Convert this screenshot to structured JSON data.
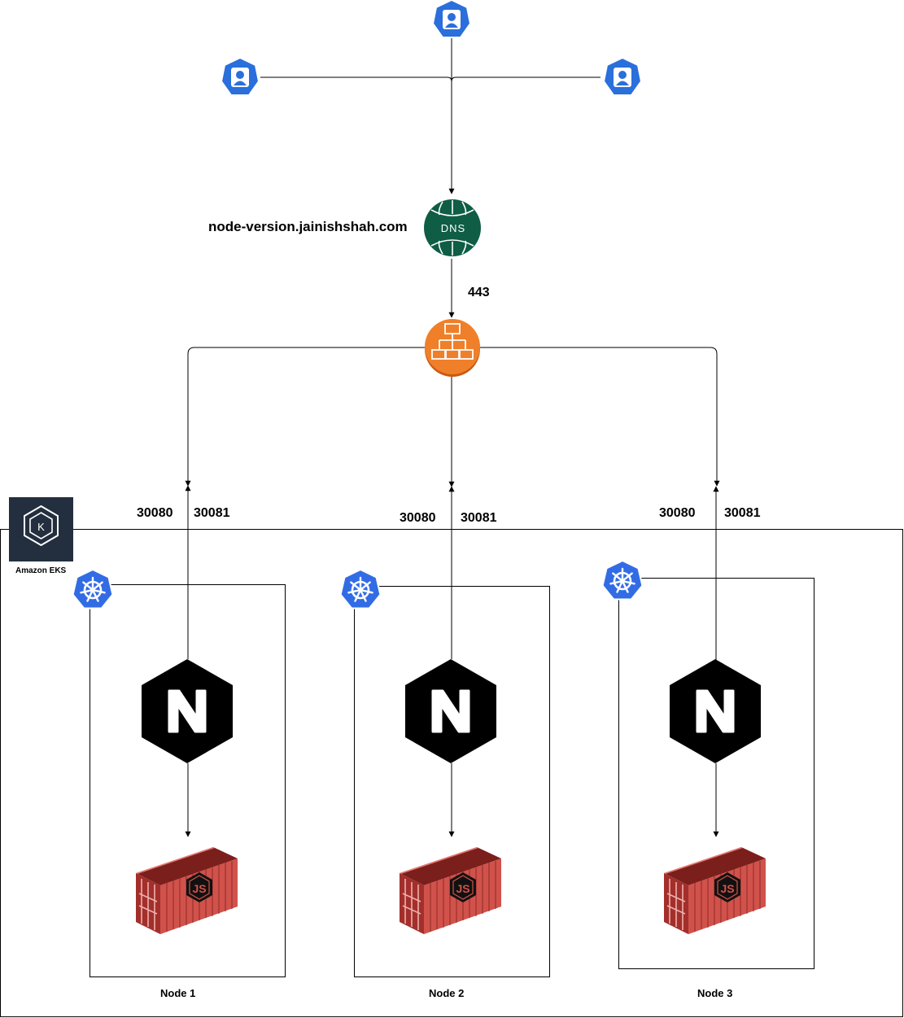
{
  "dns": {
    "domain_label": "node-version.jainishshah.com",
    "icon_text": "DNS",
    "port_label": "443"
  },
  "eks": {
    "label": "Amazon EKS",
    "logo_letter": "K"
  },
  "nodes": [
    {
      "label": "Node 1",
      "ports": [
        "30080",
        "30081"
      ]
    },
    {
      "label": "Node 2",
      "ports": [
        "30080",
        "30081"
      ]
    },
    {
      "label": "Node 3",
      "ports": [
        "30080",
        "30081"
      ]
    }
  ],
  "colors": {
    "user_blue": "#2a6fdb",
    "kube_blue": "#326ce5",
    "dns_green": "#0e5d44",
    "lb_orange": "#f07f2a",
    "nginx_black": "#000000",
    "container_red": "#c84a44"
  },
  "icons": {
    "users": [
      "user-icon",
      "user-icon",
      "user-icon"
    ],
    "dns": "dns-icon",
    "load_balancer": "load-balancer-icon",
    "eks": "amazon-eks-icon",
    "kubernetes": "kubernetes-icon",
    "nginx": "nginx-icon",
    "container": "nodejs-container-icon"
  }
}
